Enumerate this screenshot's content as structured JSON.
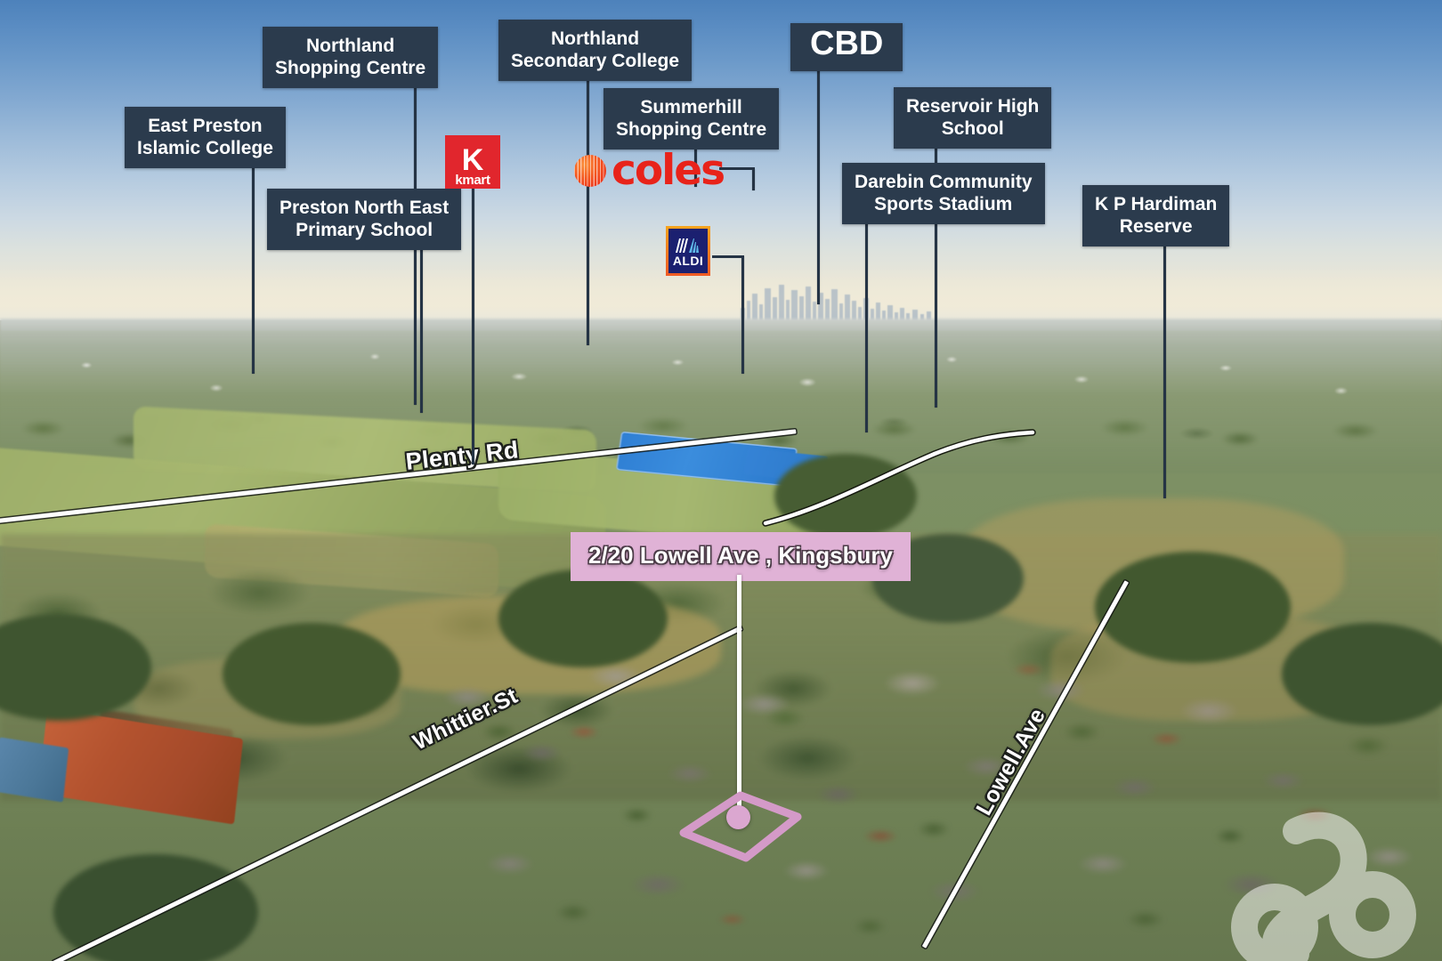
{
  "meta": {
    "view": "aerial-property-map",
    "suburb": "Kingsbury"
  },
  "property": {
    "address_label": "2/20 Lowell Ave , Kingsbury",
    "label_bg": "#e0b2d6",
    "outline_color": "#d49ac8",
    "marker_color": "#dba7d0"
  },
  "poi_style": {
    "bg": "#2b3b4d",
    "text": "#ffffff",
    "leader": "#253445"
  },
  "pois": [
    {
      "id": "east-preston-islamic-college",
      "label": "East Preston\nIslamic College"
    },
    {
      "id": "northland-shopping-centre",
      "label": "Northland\nShopping Centre"
    },
    {
      "id": "preston-north-east-primary",
      "label": "Preston North East\nPrimary School"
    },
    {
      "id": "northland-secondary-college",
      "label": "Northland\nSecondary College"
    },
    {
      "id": "summerhill-shopping-centre",
      "label": "Summerhill\nShopping Centre"
    },
    {
      "id": "cbd",
      "label": "CBD"
    },
    {
      "id": "reservoir-high-school",
      "label": "Reservoir High\nSchool"
    },
    {
      "id": "darebin-community-sports",
      "label": "Darebin Community\nSports Stadium"
    },
    {
      "id": "kp-hardiman-reserve",
      "label": "K P Hardiman\nReserve"
    }
  ],
  "brands": [
    {
      "id": "kmart",
      "name": "Kmart",
      "letter": "K",
      "wordmark": "kmart",
      "color": "#e1262d"
    },
    {
      "id": "coles",
      "name": "Coles",
      "wordmark": "coles",
      "color": "#e8231a"
    },
    {
      "id": "aldi",
      "name": "ALDI",
      "wordmark": "ALDI",
      "color": "#1b2070",
      "border": "#f7a41d"
    }
  ],
  "streets": [
    {
      "id": "plenty-rd",
      "label": "Plenty Rd",
      "size": 27
    },
    {
      "id": "whittier-st",
      "label": "Whittier.St",
      "size": 25
    },
    {
      "id": "lowell-ave",
      "label": "Lowell.Ave",
      "size": 25
    }
  ]
}
